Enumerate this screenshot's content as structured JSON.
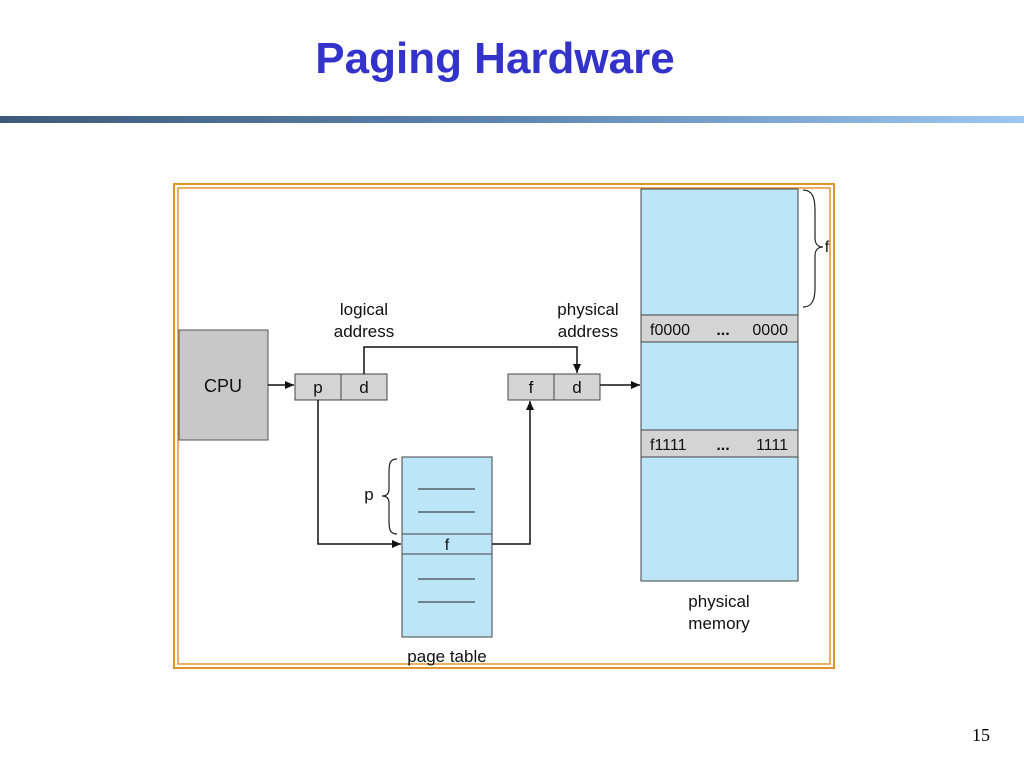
{
  "slide": {
    "title": "Paging Hardware",
    "page_number": "15"
  },
  "diagram": {
    "cpu_label": "CPU",
    "logical_address": {
      "line1": "logical",
      "line2": "address",
      "fields": [
        "p",
        "d"
      ]
    },
    "physical_address": {
      "line1": "physical",
      "line2": "address",
      "fields": [
        "f",
        "d"
      ]
    },
    "page_table": {
      "label": "page table",
      "brace_label": "p",
      "entry_label": "f"
    },
    "physical_memory": {
      "line1": "physical",
      "line2": "memory",
      "brace_label": "f",
      "frame_start": {
        "left": "f0000",
        "dots": "...",
        "right": "0000"
      },
      "frame_end": {
        "left": "f1111",
        "dots": "...",
        "right": "1111"
      }
    }
  },
  "colors": {
    "title": "#3333cc",
    "frame_border": "#e0952c",
    "memory_fill": "#bde5f8",
    "register_fill": "#d4d4d4",
    "cpu_fill": "#c8c8c8"
  }
}
